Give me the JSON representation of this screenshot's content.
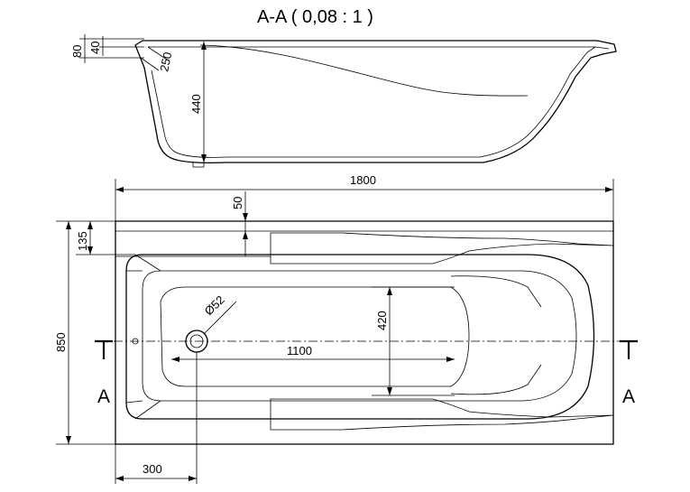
{
  "title": "A-A ( 0,08 : 1 )",
  "section": {
    "dims": {
      "rim_80": "80",
      "rim_40": "40",
      "radius_250": "250",
      "depth_440": "440"
    }
  },
  "plan": {
    "dims": {
      "length": "1800",
      "rim_50": "50",
      "rim_135": "135",
      "width": "850",
      "drain": "Ø52",
      "inner_length": "1100",
      "inner_width": "420",
      "drain_offset": "300"
    },
    "section_label": "A"
  }
}
